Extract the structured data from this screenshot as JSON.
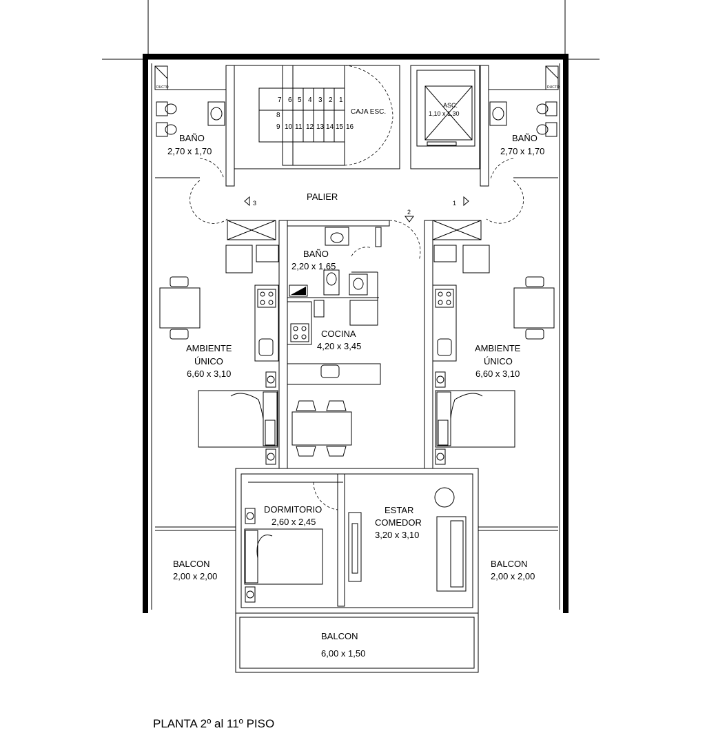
{
  "caption": "PLANTA 2º  al 11º  PISO",
  "rooms": {
    "bano_left": {
      "name": "BAÑO",
      "dims": "2,70 x 1,70"
    },
    "bano_right": {
      "name": "BAÑO",
      "dims": "2,70 x 1,70"
    },
    "caja_esc": {
      "name": "CAJA ESC."
    },
    "asc": {
      "name": "ASC.",
      "dims": "1,10 x 1,30"
    },
    "palier": {
      "name": "PALIER"
    },
    "bano_center": {
      "name": "BAÑO",
      "dims": "2,20 x 1,65"
    },
    "cocina": {
      "name": "COCINA",
      "dims": "4,20 x 3,45"
    },
    "amb_left": {
      "name1": "AMBIENTE",
      "name2": "ÚNICO",
      "dims": "6,60 x 3,10"
    },
    "amb_right": {
      "name1": "AMBIENTE",
      "name2": "ÚNICO",
      "dims": "6,60 x 3,10"
    },
    "dormitorio": {
      "name": "DORMITORIO",
      "dims": "2,60 x 2,45"
    },
    "estar": {
      "name1": "ESTAR",
      "name2": "COMEDOR",
      "dims": "3,20 x 3,10"
    },
    "balcon_left": {
      "name": "BALCON",
      "dims": "2,00 x 2,00"
    },
    "balcon_right": {
      "name": "BALCON",
      "dims": "2,00 x 2,00"
    },
    "balcon_bottom": {
      "name": "BALCON",
      "dims": "6,00 x 1,50"
    }
  },
  "stairs": {
    "top_row": [
      "7",
      "6",
      "5",
      "4",
      "3",
      "2",
      "1"
    ],
    "mid": "8",
    "bottom_row": [
      "9",
      "10",
      "11",
      "12",
      "13",
      "14",
      "15",
      "16"
    ]
  },
  "unit_markers": {
    "left": "3",
    "center": "2",
    "right": "1"
  },
  "duct_label": "DUCTO"
}
